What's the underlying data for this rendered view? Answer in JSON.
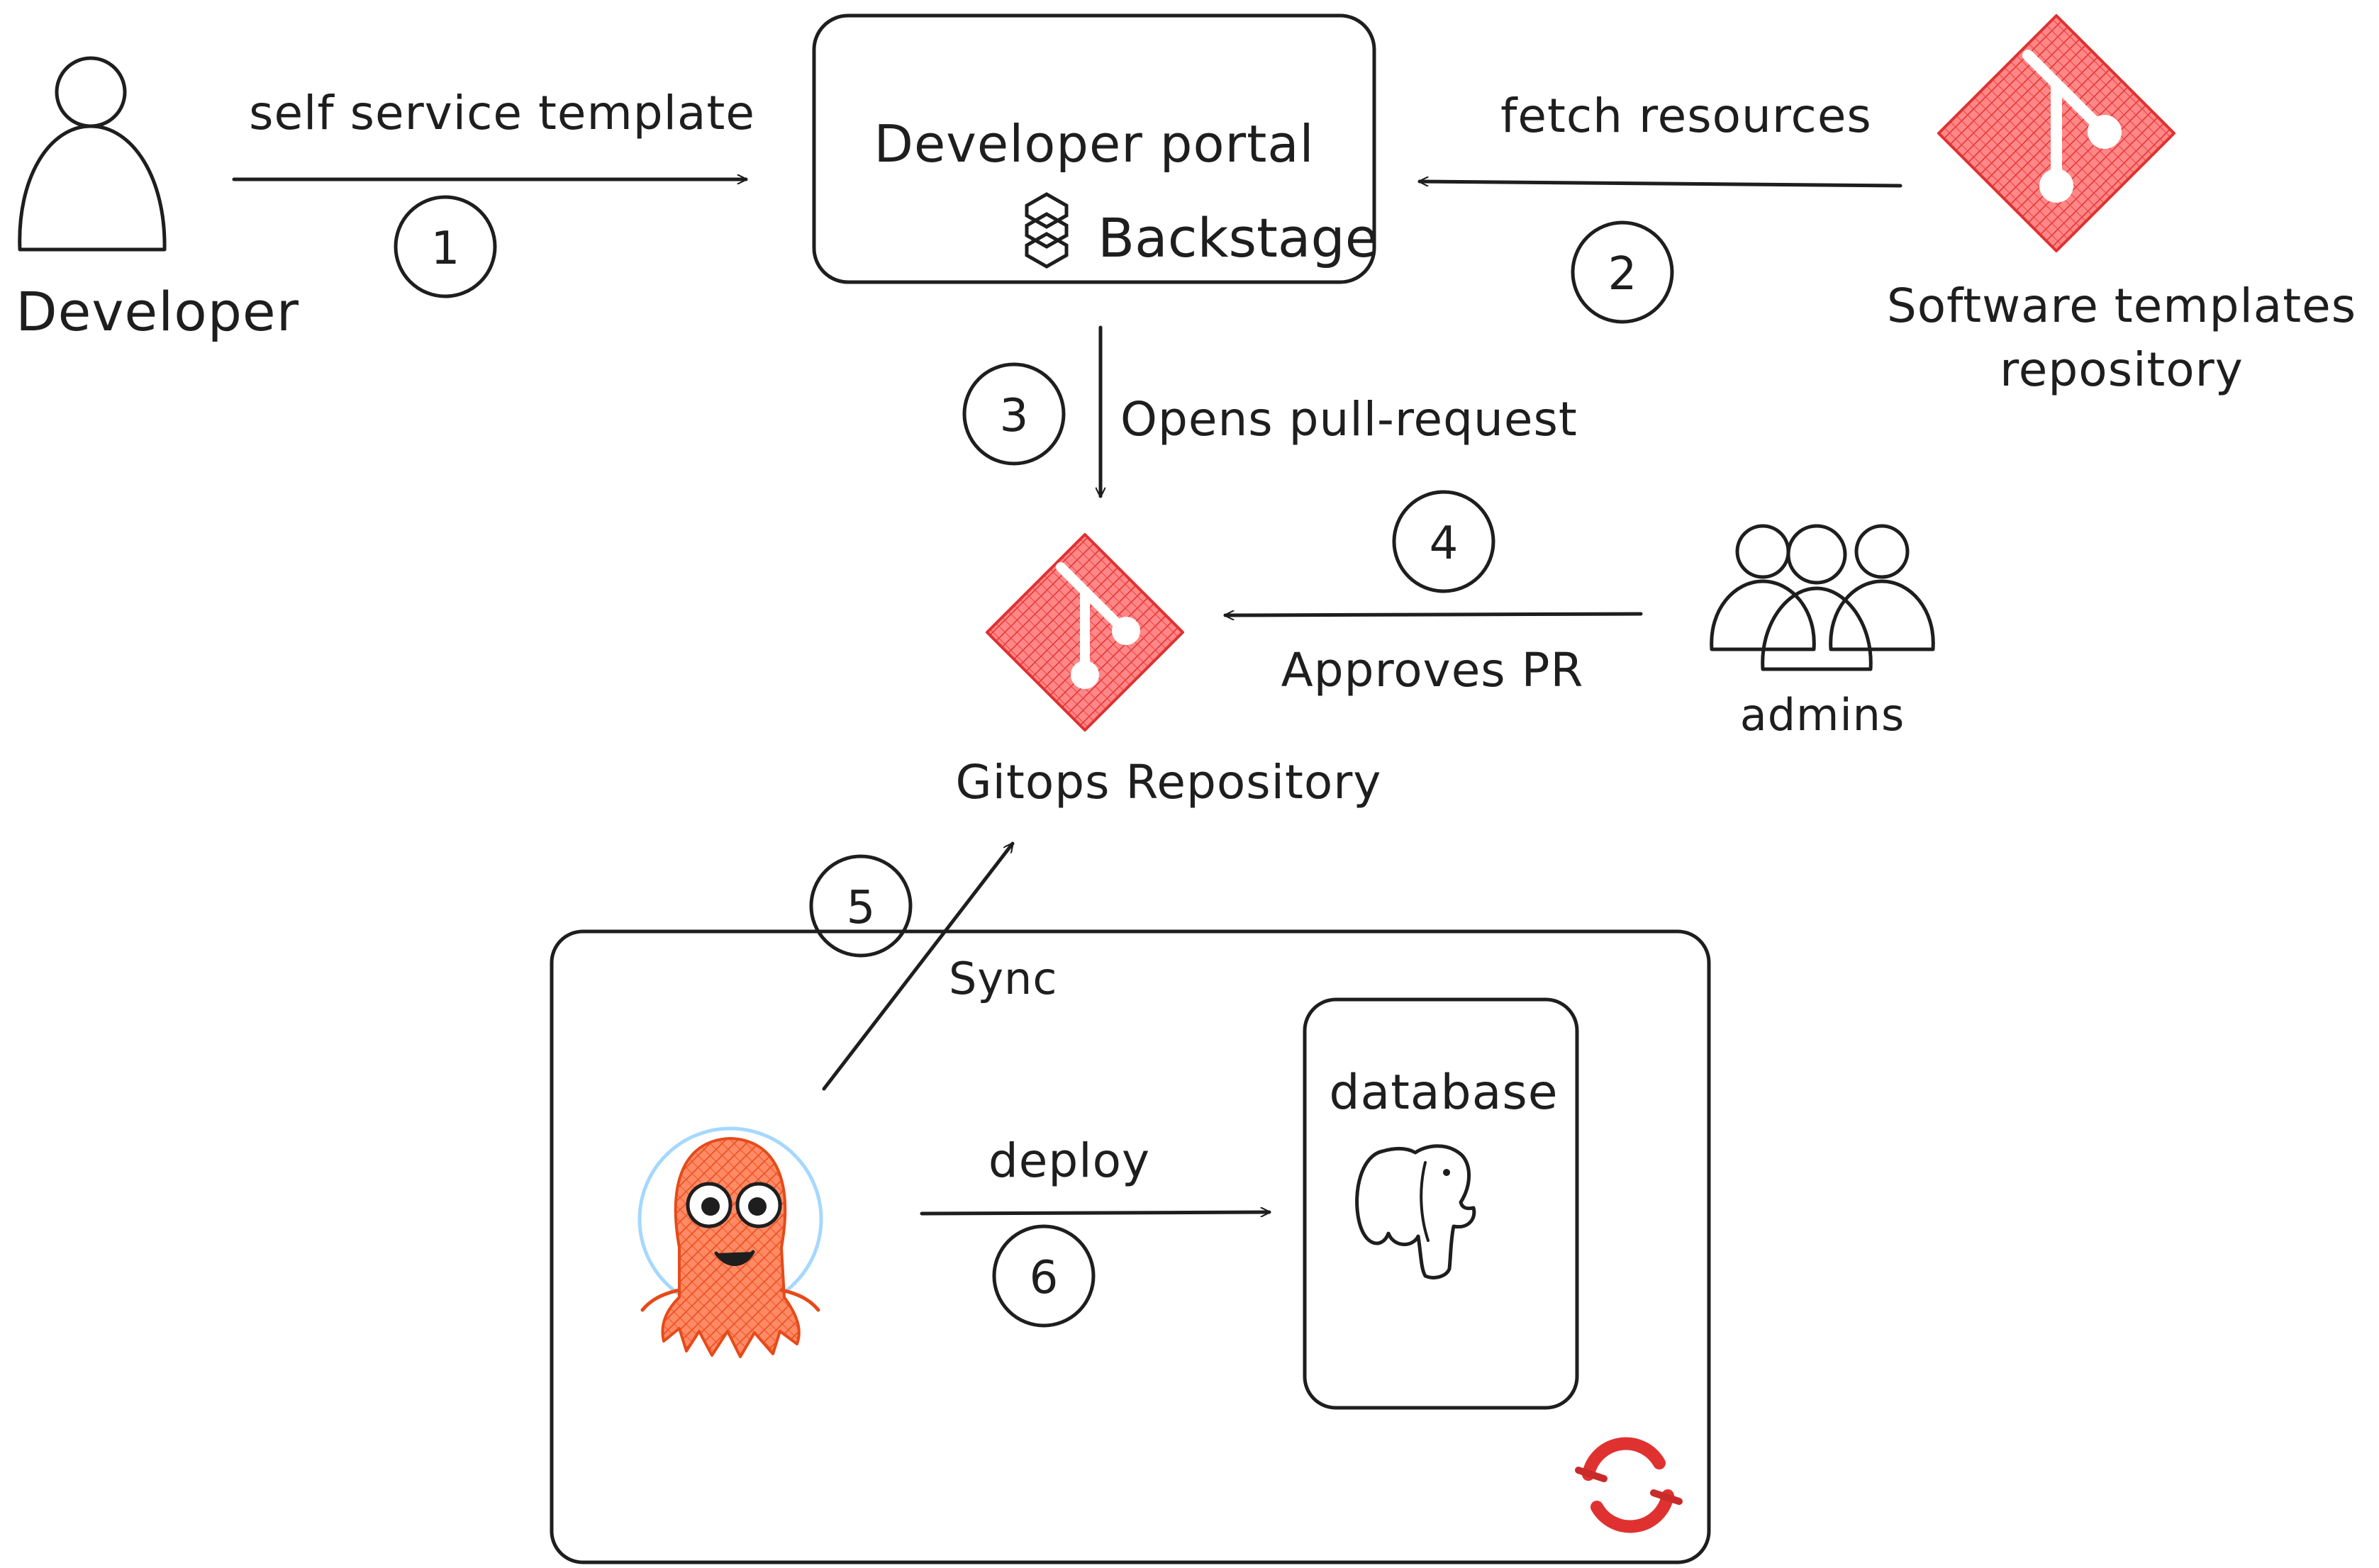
{
  "nodes": {
    "developer": {
      "label": "Developer"
    },
    "portal": {
      "title": "Developer portal",
      "brand": "Backstage"
    },
    "templates_repo": {
      "line1": "Software templates",
      "line2": "repository"
    },
    "gitops_repo": {
      "label": "Gitops Repository"
    },
    "admins": {
      "label": "admins"
    },
    "database": {
      "label": "database"
    }
  },
  "edges": {
    "e1": {
      "label": "self service template",
      "step": "1"
    },
    "e2": {
      "label": "fetch resources",
      "step": "2"
    },
    "e3": {
      "label": "Opens pull-request",
      "step": "3"
    },
    "e4": {
      "label": "Approves PR",
      "step": "4"
    },
    "e5": {
      "label": "Sync",
      "step": "5"
    },
    "e6": {
      "label": "deploy",
      "step": "6"
    }
  },
  "colors": {
    "portal_fill": "#d3f9d8",
    "portal_hatch": "#40c057",
    "cluster_fill": "#e7f5ff",
    "cluster_hatch": "#4dabf7",
    "step_hatch": "#ff8787",
    "git_red": "#e03131",
    "argo_orange": "#f4511e",
    "db_hatch": "#b197fc",
    "person_gray": "#868e96",
    "openshift_red": "#e03131"
  },
  "icons": [
    "person-icon",
    "git-icon",
    "backstage-logo-icon",
    "admins-group-icon",
    "argo-octopus-icon",
    "postgres-elephant-icon",
    "openshift-icon"
  ]
}
